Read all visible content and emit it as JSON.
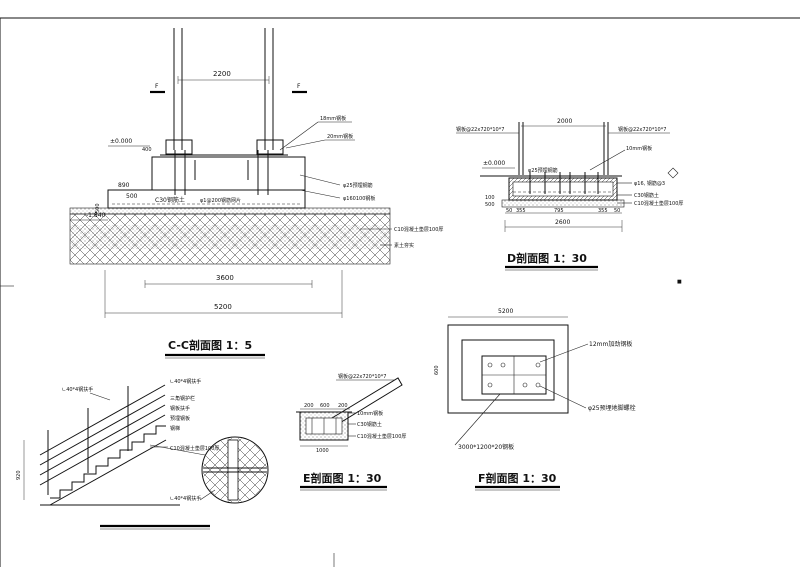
{
  "cc": {
    "title": "C-C剖面图  1：5",
    "dims": [
      "2200",
      "3600",
      "5200",
      "890",
      "500",
      "500",
      "400"
    ],
    "section_marks": [
      "F",
      "F"
    ],
    "elevations": [
      "±0.000",
      "-1.840"
    ],
    "notes": [
      "18mm钢板",
      "20mm钢板",
      "φ25预埋钢筋",
      "φ160100钢板",
      "C30钢筋土",
      "φ1@200钢筋网片",
      "C10混凝土垫层100厚",
      "素土夯实"
    ]
  },
  "dd": {
    "title": "D剖面图  1：30",
    "dims": [
      "2000",
      "2600",
      "50",
      "355",
      "795",
      "355",
      "50",
      "100",
      "500"
    ],
    "elevations": [
      "±0.000"
    ],
    "notes": [
      "钢板@22x720*10*7",
      "钢板@22x720*10*7",
      "φ25预埋钢筋",
      "10mm钢板",
      "C30钢筋土",
      "C10混凝土垫层100厚",
      "φ16, 钢筋@3"
    ]
  },
  "ee": {
    "title": "E剖面图  1：30",
    "dims": [
      "200",
      "600",
      "200",
      "1000"
    ],
    "notes": [
      "钢板@22x720*10*7",
      "10mm钢板",
      "C30钢筋土",
      "C10混凝土垫层100厚"
    ]
  },
  "ff": {
    "title": "F剖面图  1：30",
    "dims": [
      "5200"
    ],
    "notes": [
      "12mm加劲钢板",
      "φ25预埋地脚螺栓",
      "3000*1200*20钢板"
    ]
  },
  "stair": {
    "notes": [
      "∟40*4钢扶手",
      "∟40*4钢扶手",
      "三角钢护栏",
      "钢板扶手",
      "预埋钢板",
      "钢梯",
      "C10混凝土垫层100厚",
      "∟40*4钢扶手"
    ],
    "dims": [
      "920"
    ]
  }
}
